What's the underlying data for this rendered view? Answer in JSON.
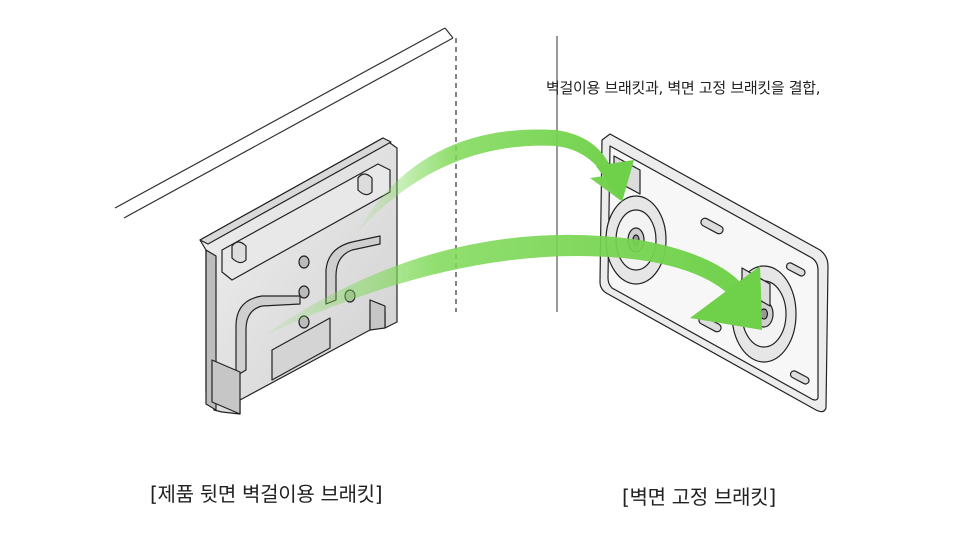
{
  "instruction": "벽걸이용 브래킷과, 벽면 고정 브래킷을 결합,",
  "captions": {
    "left": "[제품 뒷면 벽걸이용 브래킷]",
    "right": "[벽면 고정 브래킷]"
  },
  "colors": {
    "arrow_green": "#7ed957",
    "line": "#333333",
    "bracket_fill": "#e4e4e4",
    "bracket_shade": "#bdbdbd"
  },
  "icons": [
    "curved-arrow-icon"
  ]
}
